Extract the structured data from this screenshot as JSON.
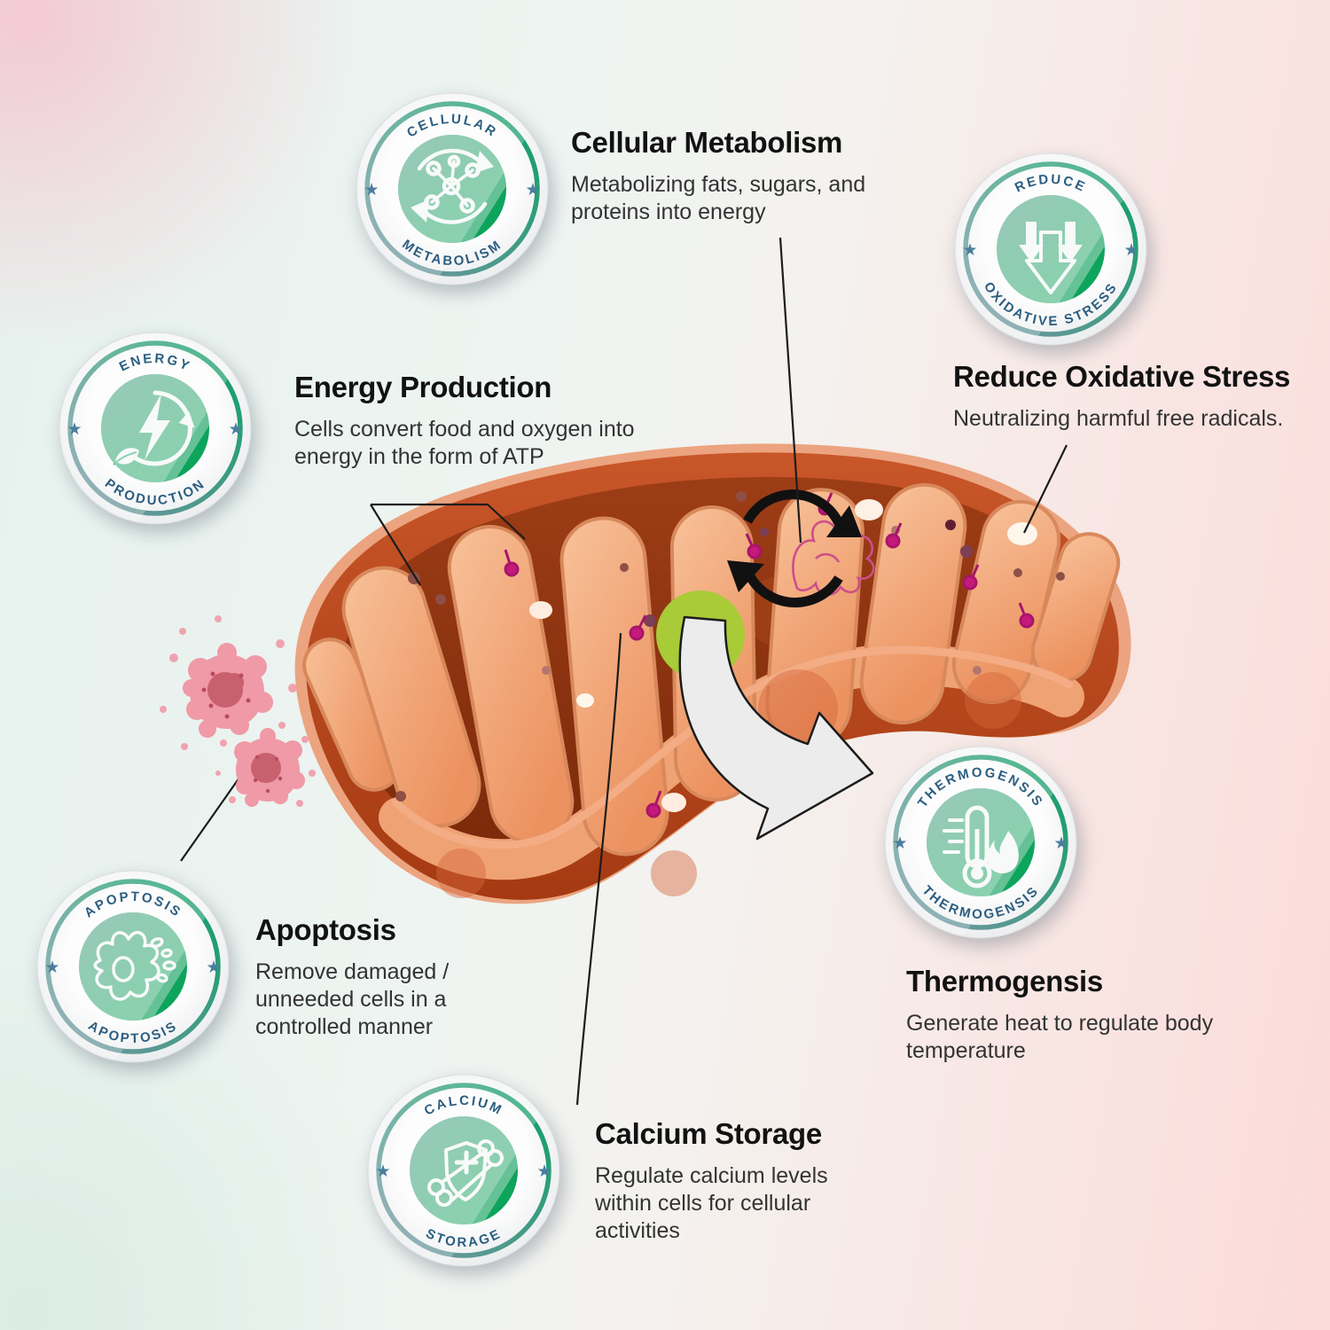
{
  "infographic": {
    "star_glyph": "★",
    "sections": {
      "cellular_metabolism": {
        "title": "Cellular Metabolism",
        "description": "Metabolizing fats, sugars, and proteins into energy",
        "badge_top": "CELLULAR",
        "badge_bottom": "METABOLISM",
        "icon": "metabolism-cycle-icon"
      },
      "energy_production": {
        "title": "Energy Production",
        "description": "Cells convert food and oxygen into energy in the form of ATP",
        "badge_top": "ENERGY",
        "badge_bottom": "PRODUCTION",
        "icon": "lightning-recycle-leaf-icon"
      },
      "reduce_oxidative_stress": {
        "title": "Reduce Oxidative Stress",
        "description": "Neutralizing harmful free radicals.",
        "badge_top": "REDUCE",
        "badge_bottom": "OXIDATIVE STRESS",
        "icon": "down-arrows-icon"
      },
      "apoptosis": {
        "title": "Apoptosis",
        "description": "Remove damaged / unneeded cells in a controlled manner",
        "badge_top": "APOPTOSIS",
        "badge_bottom": "APOPTOSIS",
        "icon": "bursting-cell-icon"
      },
      "calcium_storage": {
        "title": "Calcium Storage",
        "description": "Regulate calcium levels within cells for cellular activities",
        "badge_top": "CALCIUM",
        "badge_bottom": "STORAGE",
        "icon": "bone-shield-cross-icon"
      },
      "thermogensis": {
        "title": "Thermogensis",
        "description": "Generate heat to regulate body temperature",
        "badge_top": "THERMOGENSIS",
        "badge_bottom": "THERMOGENSIS",
        "icon": "thermometer-flame-icon"
      }
    },
    "colors": {
      "badge_ring_blue": "#7b95a7",
      "badge_ring_green": "#0ba163",
      "badge_center_green": "#0aa85c",
      "badge_arc_text": "#2b5e80",
      "heading_text": "#121212",
      "body_text": "#333333",
      "mitochondrion_outer": "#b84418",
      "mitochondrion_matrix": "#f2a273",
      "calcium_highlight_green": "#a8cb37",
      "apoptotic_cell_pink": "#ef9aa6",
      "pin_magenta": "#c6197c"
    }
  }
}
